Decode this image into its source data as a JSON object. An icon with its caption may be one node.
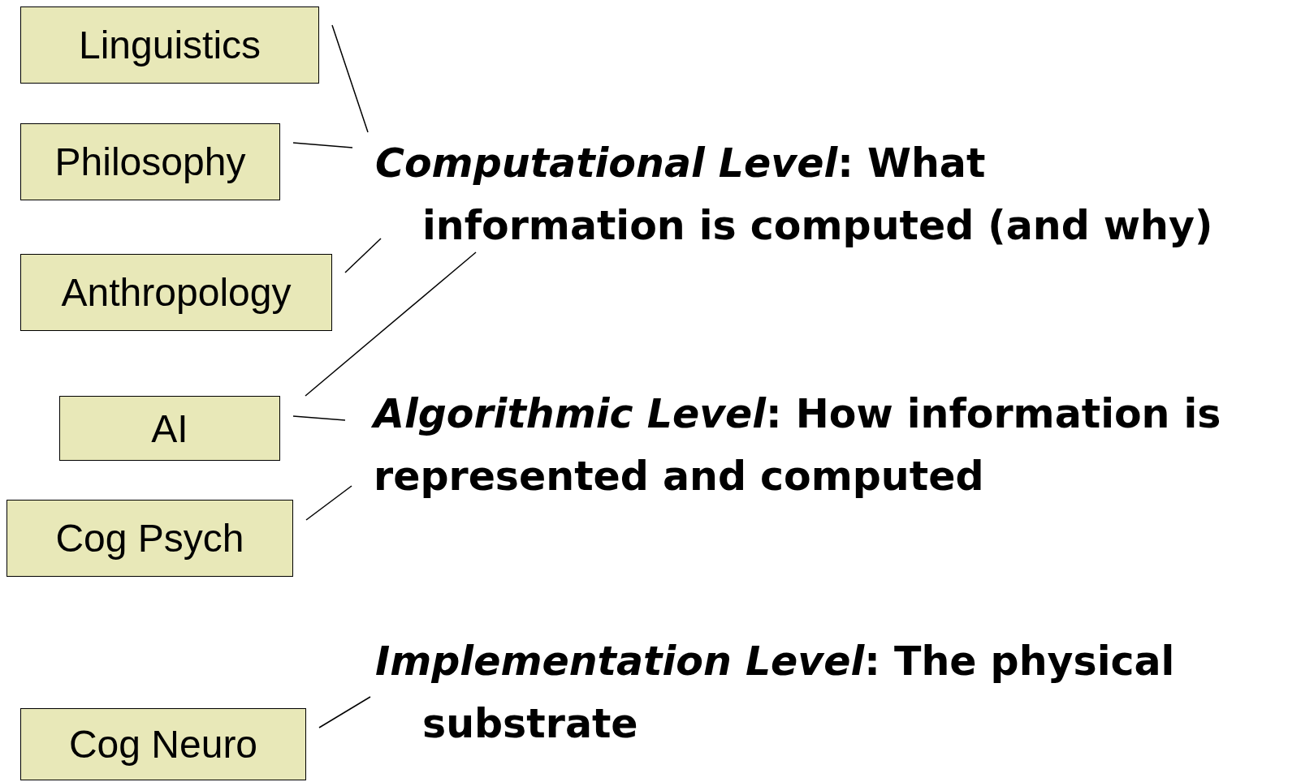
{
  "diagram": {
    "nodes": [
      {
        "text": [
          "Linguistics"
        ]
      },
      {
        "text": [
          "Philosophy"
        ]
      },
      {
        "text": [
          "Anthropology"
        ]
      },
      {
        "text": [
          "AI"
        ]
      },
      {
        "text": [
          "Cog Psych"
        ]
      },
      {
        "text": [
          "Cog Neuro"
        ]
      },
      {
        "text": [
          "*Computational Level*:  What information is computed (and why)"
        ]
      },
      {
        "text": [
          "*Algorithmic Level*: How information is represented and computed"
        ]
      },
      {
        "text": [
          "*Implementation Level*:  The physical substrate"
        ]
      }
    ],
    "edges": [
      {
        "from": 0,
        "to": 6,
        "arrow": "none"
      },
      {
        "from": 1,
        "to": 6,
        "arrow": "none"
      },
      {
        "from": 2,
        "to": 6,
        "arrow": "none"
      },
      {
        "from": 3,
        "to": 6,
        "arrow": "none"
      },
      {
        "from": 3,
        "to": 7,
        "arrow": "none"
      },
      {
        "from": 4,
        "to": 7,
        "arrow": "none"
      },
      {
        "from": 5,
        "to": 8,
        "arrow": "none"
      }
    ]
  }
}
